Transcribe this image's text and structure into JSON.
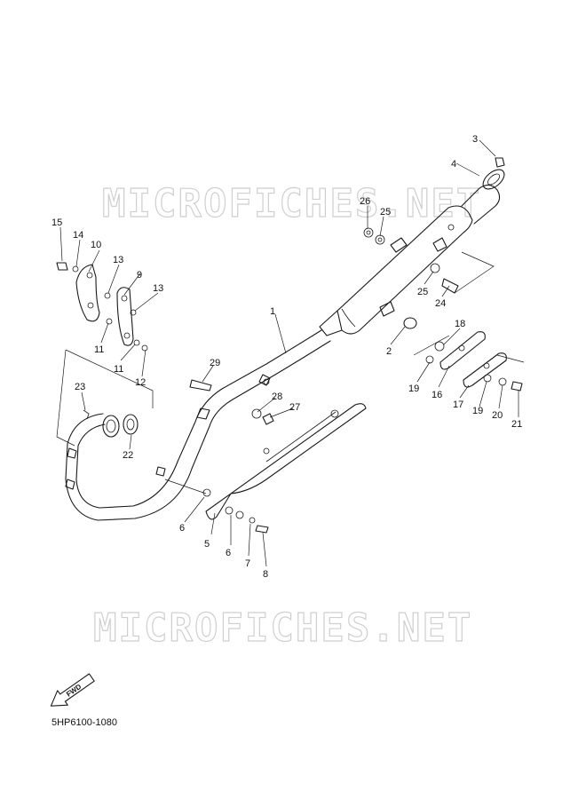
{
  "watermark": "MICROFICHES.NET",
  "fwd_label": "FWD",
  "diagram_code": "5HP6100-1080",
  "callouts": [
    "1",
    "2",
    "3",
    "4",
    "5",
    "6",
    "6",
    "7",
    "8",
    "9",
    "10",
    "11",
    "11",
    "12",
    "13",
    "13",
    "14",
    "15",
    "16",
    "17",
    "18",
    "19",
    "19",
    "20",
    "21",
    "22",
    "23",
    "24",
    "25",
    "25",
    "26",
    "27",
    "28",
    "29"
  ]
}
